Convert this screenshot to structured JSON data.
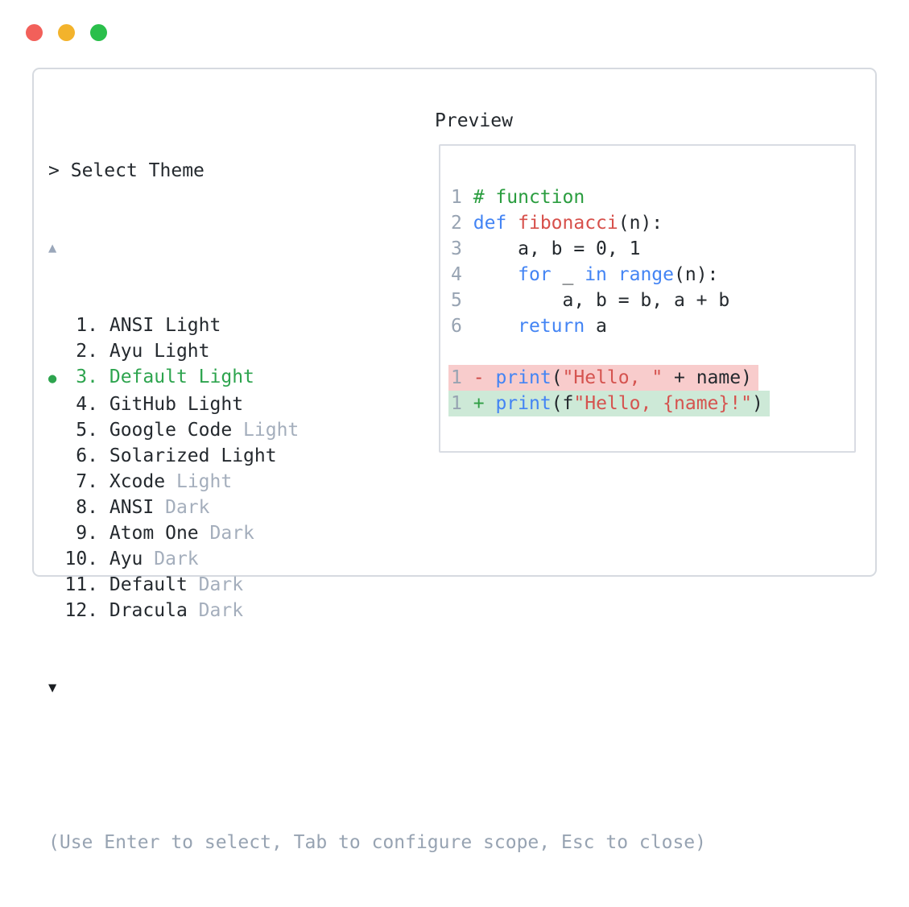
{
  "window": {
    "traffic_lights": [
      {
        "name": "close-button",
        "color": "#f2605a"
      },
      {
        "name": "minimize-button",
        "color": "#f3b32c"
      },
      {
        "name": "zoom-button",
        "color": "#2abf4b"
      }
    ]
  },
  "selector": {
    "prompt_char": ">",
    "title": "Select Theme",
    "scroll_up_icon": "▲",
    "scroll_down_icon": "▼",
    "selected_marker": "●",
    "items": [
      {
        "num": "1.",
        "name": "ANSI",
        "variant": "Light",
        "variant_dim": false,
        "selected": false
      },
      {
        "num": "2.",
        "name": "Ayu",
        "variant": "Light",
        "variant_dim": false,
        "selected": false
      },
      {
        "num": "3.",
        "name": "Default",
        "variant": "Light",
        "variant_dim": false,
        "selected": true
      },
      {
        "num": "4.",
        "name": "GitHub",
        "variant": "Light",
        "variant_dim": false,
        "selected": false
      },
      {
        "num": "5.",
        "name": "Google Code",
        "variant": "Light",
        "variant_dim": true,
        "selected": false
      },
      {
        "num": "6.",
        "name": "Solarized",
        "variant": "Light",
        "variant_dim": false,
        "selected": false
      },
      {
        "num": "7.",
        "name": "Xcode",
        "variant": "Light",
        "variant_dim": true,
        "selected": false
      },
      {
        "num": "8.",
        "name": "ANSI",
        "variant": "Dark",
        "variant_dim": true,
        "selected": false
      },
      {
        "num": "9.",
        "name": "Atom One",
        "variant": "Dark",
        "variant_dim": true,
        "selected": false
      },
      {
        "num": "10.",
        "name": "Ayu",
        "variant": "Dark",
        "variant_dim": true,
        "selected": false
      },
      {
        "num": "11.",
        "name": "Default",
        "variant": "Dark",
        "variant_dim": true,
        "selected": false
      },
      {
        "num": "12.",
        "name": "Dracula",
        "variant": "Dark",
        "variant_dim": true,
        "selected": false
      }
    ],
    "help_text": "(Use Enter to select, Tab to configure scope, Esc to close)"
  },
  "preview": {
    "label": "Preview",
    "code_lines": [
      {
        "num": "1",
        "tokens": [
          {
            "t": "# function",
            "c": "cm"
          }
        ]
      },
      {
        "num": "2",
        "tokens": [
          {
            "t": "def",
            "c": "kw"
          },
          {
            "t": " ",
            "c": "pl"
          },
          {
            "t": "fibonacci",
            "c": "fn"
          },
          {
            "t": "(n):",
            "c": "pl"
          }
        ]
      },
      {
        "num": "3",
        "tokens": [
          {
            "t": "    a, b = 0, 1",
            "c": "pl"
          }
        ]
      },
      {
        "num": "4",
        "tokens": [
          {
            "t": "    ",
            "c": "pl"
          },
          {
            "t": "for",
            "c": "kw"
          },
          {
            "t": " _ ",
            "c": "pl"
          },
          {
            "t": "in",
            "c": "kw"
          },
          {
            "t": " ",
            "c": "pl"
          },
          {
            "t": "range",
            "c": "kw"
          },
          {
            "t": "(n):",
            "c": "pl"
          }
        ]
      },
      {
        "num": "5",
        "tokens": [
          {
            "t": "        a, b = b, a + b",
            "c": "pl"
          }
        ]
      },
      {
        "num": "6",
        "tokens": [
          {
            "t": "    ",
            "c": "pl"
          },
          {
            "t": "return",
            "c": "kw"
          },
          {
            "t": " a",
            "c": "pl"
          }
        ]
      }
    ],
    "diff_lines": [
      {
        "num": "1",
        "sign": "-",
        "type": "removed",
        "tokens": [
          {
            "t": "print",
            "c": "kw"
          },
          {
            "t": "(",
            "c": "pl"
          },
          {
            "t": "\"Hello, \"",
            "c": "str"
          },
          {
            "t": " + name)",
            "c": "pl"
          }
        ]
      },
      {
        "num": "1",
        "sign": "+",
        "type": "added",
        "tokens": [
          {
            "t": "print",
            "c": "kw"
          },
          {
            "t": "(f",
            "c": "pl"
          },
          {
            "t": "\"Hello, {name}!\"",
            "c": "str"
          },
          {
            "t": ")",
            "c": "pl"
          }
        ]
      }
    ]
  },
  "colors": {
    "text": "#24292e",
    "muted": "#97a3b2",
    "dim": "#a4aebc",
    "accent-green": "#2da44e",
    "cm": "#2a9d3f",
    "kw": "#4384f4",
    "fn": "#d7504b",
    "str": "#d5534f",
    "minus": "#ce4643",
    "plus": "#2f9e44",
    "rem-bg": "#f8cccc",
    "add-bg": "#cde9d7",
    "border": "#d6dae0"
  }
}
